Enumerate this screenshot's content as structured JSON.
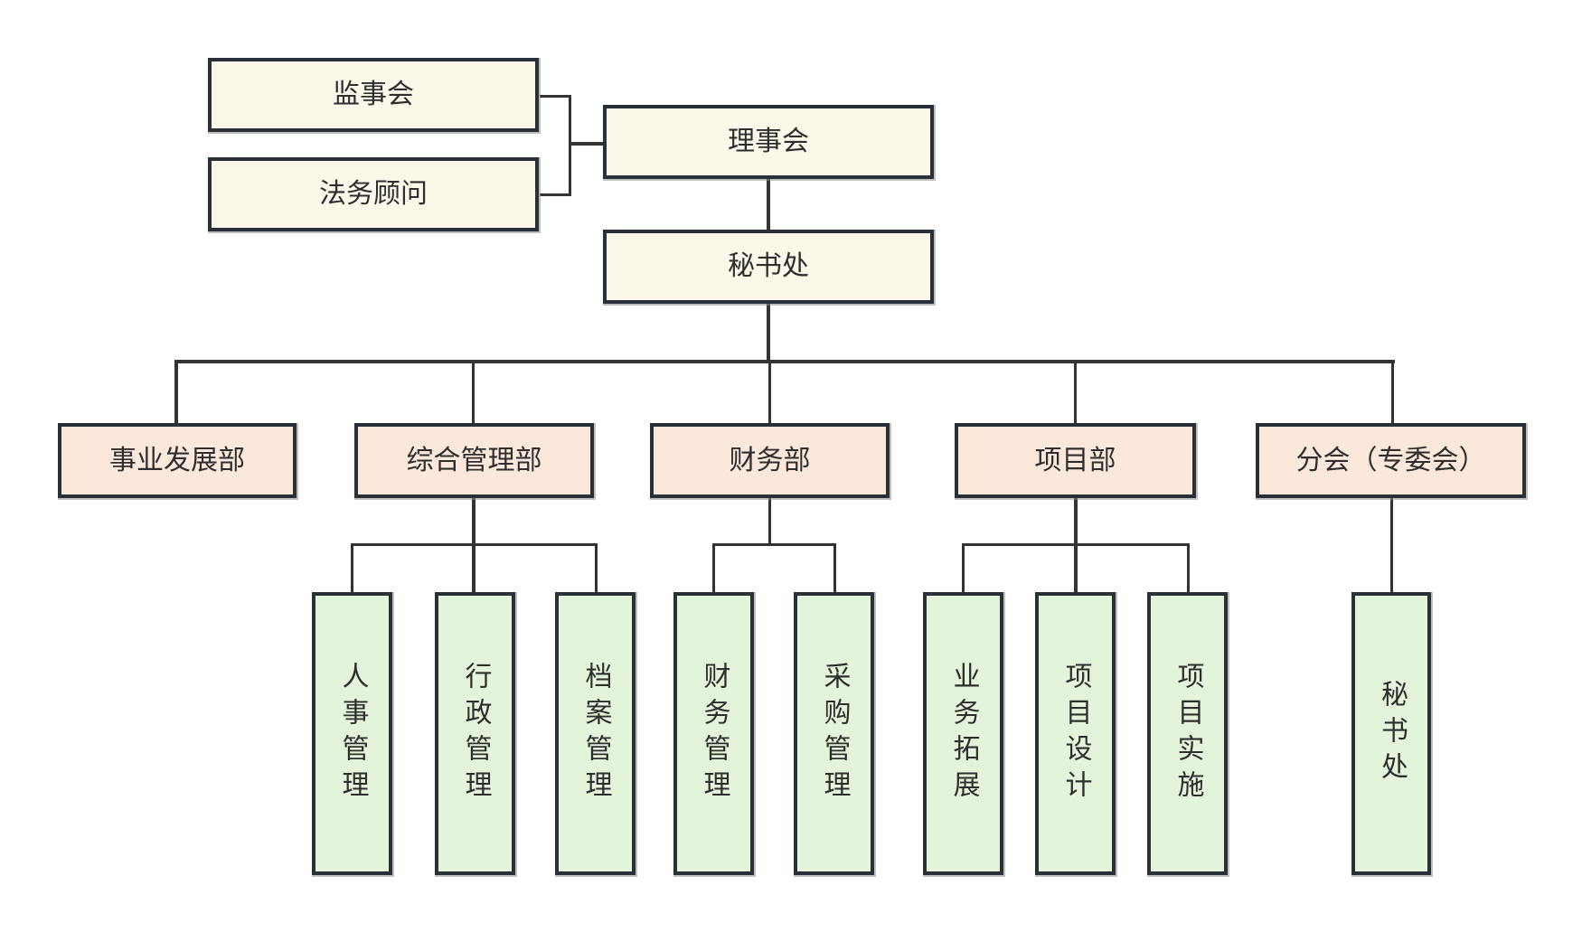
{
  "diagram": {
    "type": "organization-chart",
    "colors": {
      "board_fill": "#fbf7e9",
      "department_fill": "#fbe8da",
      "unit_fill": "#e4f4da",
      "border": "#2a3037",
      "connector": "#333333"
    },
    "advisors": [
      {
        "id": "supervisory-board",
        "label": "监事会"
      },
      {
        "id": "legal-counsel",
        "label": "法务顾问"
      }
    ],
    "board": {
      "id": "council",
      "label": "理事会"
    },
    "secretariat": {
      "id": "secretariat",
      "label": "秘书处"
    },
    "departments": [
      {
        "id": "business-development",
        "label": "事业发展部",
        "children": []
      },
      {
        "id": "general-management",
        "label": "综合管理部",
        "children": [
          {
            "label": "人事管理"
          },
          {
            "label": "行政管理"
          },
          {
            "label": "档案管理"
          }
        ]
      },
      {
        "id": "finance",
        "label": "财务部",
        "children": [
          {
            "label": "财务管理"
          },
          {
            "label": "采购管理"
          }
        ]
      },
      {
        "id": "projects",
        "label": "项目部",
        "children": [
          {
            "label": "业务拓展"
          },
          {
            "label": "项目设计"
          },
          {
            "label": "项目实施"
          }
        ]
      },
      {
        "id": "branches",
        "label": "分会（专委会）",
        "children": [
          {
            "label": "秘书处"
          }
        ]
      }
    ]
  }
}
